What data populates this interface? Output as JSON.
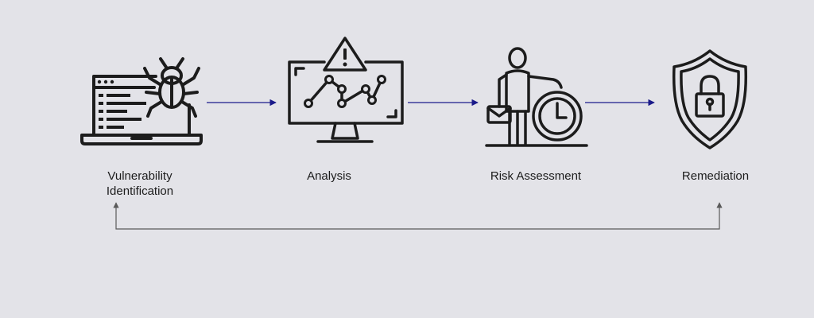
{
  "colors": {
    "background": "#e3e3e8",
    "icon_stroke": "#1c1c1c",
    "forward_arrow": "#1a1a8a",
    "feedback_arrow": "#5a5a5a",
    "label_text": "#1c1c1c"
  },
  "stages": [
    {
      "icon": "laptop-bug-icon",
      "label_line1": "Vulnerability",
      "label_line2": "Identification"
    },
    {
      "icon": "monitor-warning-chart-icon",
      "label_line1": "Analysis"
    },
    {
      "icon": "person-clock-briefcase-icon",
      "label_line1": "Risk Assessment"
    },
    {
      "icon": "shield-lock-icon",
      "label_line1": "Remediation"
    }
  ]
}
